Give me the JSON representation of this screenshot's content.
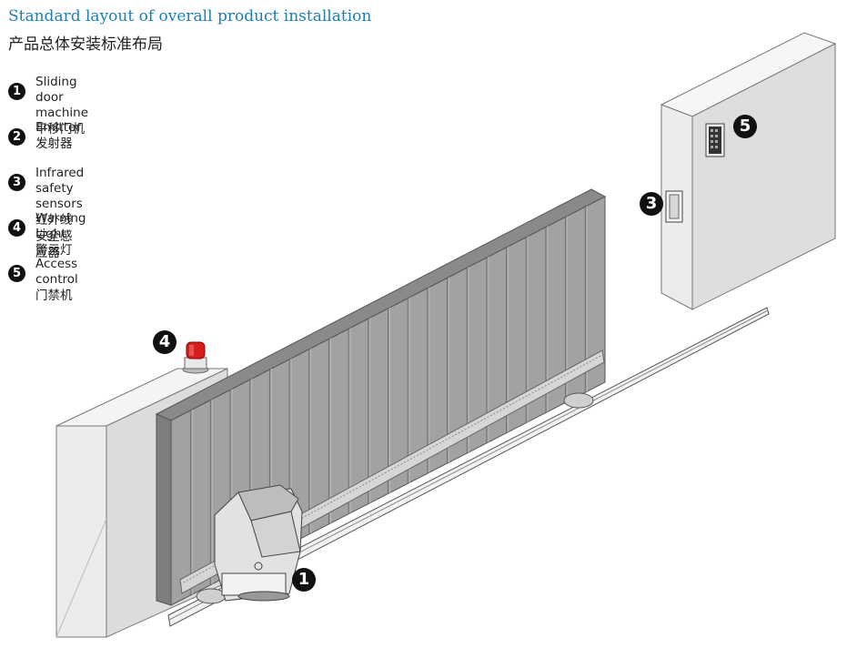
{
  "title_en": "Standard layout of overall product installation",
  "title_zh": "产品总体安装标准布局",
  "legend": [
    {
      "num": "1",
      "en": "Sliding door machine",
      "zh": "平移门机"
    },
    {
      "num": "2",
      "en": "Emitter",
      "zh": "发射器"
    },
    {
      "num": "3",
      "en": "Infrared safety sensors",
      "zh": "红外线安全感应器"
    },
    {
      "num": "4",
      "en": "Warning Light",
      "zh": "警示灯"
    },
    {
      "num": "5",
      "en": "Access control",
      "zh": "门禁机"
    }
  ],
  "callouts": {
    "motor": "1",
    "sensor": "3",
    "light": "4",
    "access": "5"
  },
  "colors": {
    "title_blue": "#1a7fb5",
    "gate_gray": "#9a9a9a",
    "pillar_gray": "#e6e6e6",
    "light_red": "#d81c1c",
    "badge_black": "#111111"
  }
}
